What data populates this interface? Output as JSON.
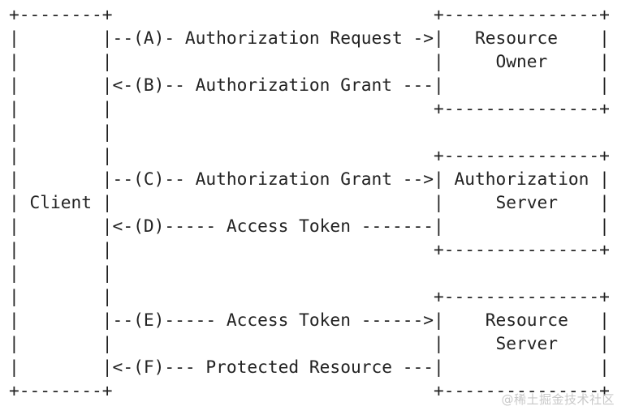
{
  "diagram": {
    "lines": [
      "+--------+                               +---------------+",
      "|        |--(A)- Authorization Request ->|   Resource    |",
      "|        |                               |     Owner     |",
      "|        |<-(B)-- Authorization Grant ---|               |",
      "|        |                               +---------------+",
      "|        |",
      "|        |                               +---------------+",
      "|        |--(C)-- Authorization Grant -->| Authorization |",
      "| Client |                               |     Server    |",
      "|        |<-(D)----- Access Token -------|               |",
      "|        |                               +---------------+",
      "|        |",
      "|        |                               +---------------+",
      "|        |--(E)----- Access Token ------>|    Resource   |",
      "|        |                               |     Server    |",
      "|        |<-(F)--- Protected Resource ---|               |",
      "+--------+                               +---------------+"
    ],
    "watermark": "@稀土掘金技术社区"
  }
}
